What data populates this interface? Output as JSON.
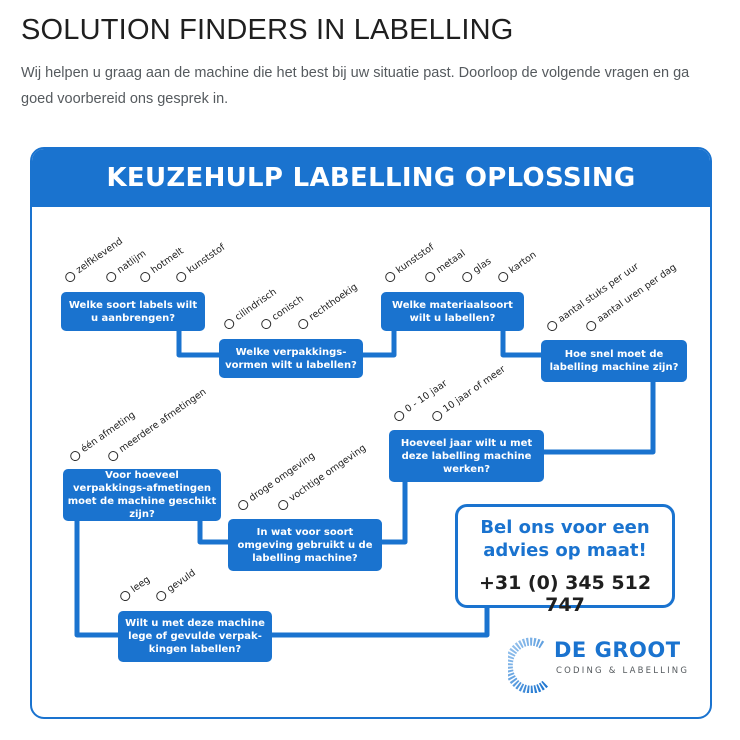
{
  "page": {
    "title": "SOLUTION FINDERS IN LABELLING",
    "intro": "Wij helpen u graag aan de machine die het best bij uw situatie past. Doorloop de volgende vragen en ga goed voorbereid ons gesprek in."
  },
  "infographic": {
    "title": "KEUZEHULP LABELLING OPLOSSING",
    "accent_color": "#1a73cf",
    "questions": [
      {
        "text": "Welke soort labels wilt u aanbrengen?",
        "options": [
          "zelfklevend",
          "natlijm",
          "hotmelt",
          "kunststof"
        ]
      },
      {
        "text": "Welke verpakkings-vormen wilt u labellen?",
        "options": [
          "cilindrisch",
          "conisch",
          "rechthoekig"
        ]
      },
      {
        "text": "Welke materiaalsoort wilt u labellen?",
        "options": [
          "kunststof",
          "metaal",
          "glas",
          "karton"
        ]
      },
      {
        "text": "Hoe snel moet de labelling machine zijn?",
        "options": [
          "aantal stuks per uur",
          "aantal uren per dag"
        ]
      },
      {
        "text": "Hoeveel jaar wilt u met deze labelling machine werken?",
        "options": [
          "0 - 10 jaar",
          "10 jaar of meer"
        ]
      },
      {
        "text": "Voor hoeveel verpakkings-afmetingen moet de machine geschikt zijn?",
        "options": [
          "één afmeting",
          "meerdere afmetingen"
        ]
      },
      {
        "text": "In wat voor soort omgeving gebruikt u de labelling machine?",
        "options": [
          "droge omgeving",
          "vochtige omgeving"
        ]
      },
      {
        "text": "Wilt u met deze machine lege of gevulde verpak-kingen labellen?",
        "options": [
          "leeg",
          "gevuld"
        ]
      }
    ],
    "cta": {
      "line1": "Bel ons voor een",
      "line2": "advies op maat!",
      "phone": "+31 (0) 345 512 747"
    },
    "logo": {
      "name": "DE GROOT",
      "tagline": "CODING & LABELLING"
    }
  }
}
